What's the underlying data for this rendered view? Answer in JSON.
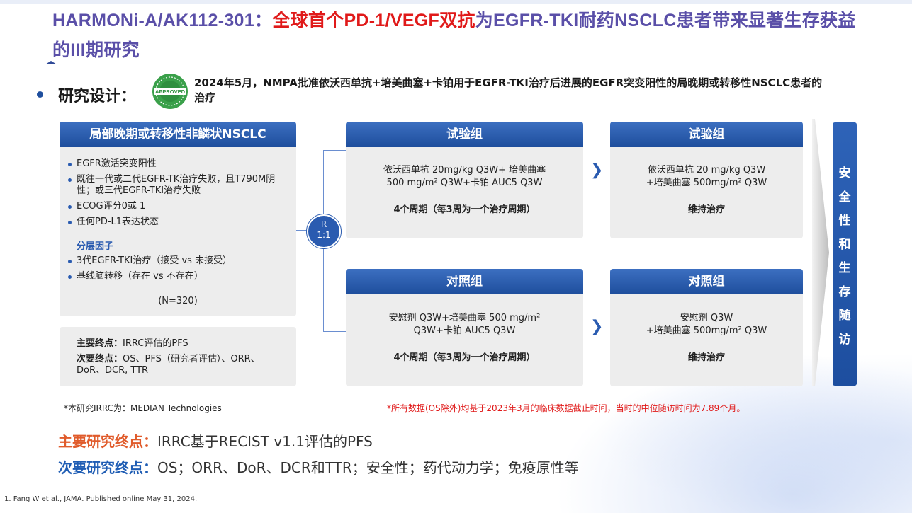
{
  "title": {
    "part1": "HARMONi-A/AK112-301：",
    "part2": "全球首个PD-1/VEGF双抗",
    "part3": "为EGFR-TKI耐药NSCLC患者带来显著生存获益的III期研究"
  },
  "design": {
    "label": "研究设计：",
    "seal_text": "APPROVED",
    "approval_text": "2024年5月，NMPA批准依沃西单抗+培美曲塞+卡铂用于EGFR-TKI治疗后进展的EGFR突变阳性的局晚期或转移性NSCLC患者的治疗"
  },
  "population": {
    "header": "局部晚期或转移性非鳞状NSCLC",
    "criteria": [
      "EGFR激活突变阳性",
      "既往一代或二代EGFR-TK治疗失败，且T790M阴性；或三代EGFR-TKI治疗失败",
      "ECOG评分0或 1",
      "任何PD-L1表达状态"
    ],
    "strat_title": "分层因子",
    "strat_items": [
      "3代EGFR-TKI治疗（接受 vs 未接受）",
      "基线脑转移（存在 vs 不存在）"
    ],
    "n": "(N=320)"
  },
  "endpoints_box": {
    "primary_label": "主要终点：",
    "primary_value": "IRRC评估的PFS",
    "secondary_label": "次要终点：",
    "secondary_value": "OS、PFS（研究者评估）、ORR、 DoR、DCR, TTR"
  },
  "randomization": {
    "line1": "R",
    "line2": "1:1"
  },
  "arms": {
    "exp_induction": {
      "header": "试验组",
      "line1": "依沃西单抗 20mg/kg Q3W+ 培美曲塞",
      "line2": "500 mg/m² Q3W+卡铂 AUC5 Q3W",
      "cycle": "4个周期（每3周为一个治疗周期）"
    },
    "exp_maint": {
      "header": "试验组",
      "line1": "依沃西单抗 20 mg/kg Q3W",
      "line2": "+培美曲塞 500mg/m² Q3W",
      "cycle": "维持治疗"
    },
    "ctrl_induction": {
      "header": "对照组",
      "line1": "安慰剂 Q3W+培美曲塞 500 mg/m²",
      "line2": "Q3W+卡铂 AUC5 Q3W",
      "cycle": "4个周期（每3周为一个治疗周期）"
    },
    "ctrl_maint": {
      "header": "对照组",
      "line1": "安慰剂 Q3W",
      "line2": "+培美曲塞 500mg/m² Q3W",
      "cycle": "维持治疗"
    }
  },
  "safety_followup": [
    "安",
    "全",
    "性",
    "和",
    "生",
    "存",
    "随",
    "访"
  ],
  "footnotes": {
    "irrc": "*本研究IRRC为：MEDIAN Technologies",
    "data_cutoff": "*所有数据(OS除外)均基于2023年3月的临床数据截止时间，当时的中位随访时间为7.89个月。"
  },
  "study_endpoints": {
    "primary_label": "主要研究终点：",
    "primary_value": "IRRC基于RECIST v1.1评估的PFS",
    "secondary_label": "次要研究终点：",
    "secondary_value": "OS；ORR、DoR、DCR和TTR；安全性；药代动力学；免疫原性等"
  },
  "citation": "1. Fang W et al., JAMA. Published online May 31, 2024.",
  "colors": {
    "title_purple": "#5a4fa8",
    "title_red": "#e01919",
    "header_blue": "#2a5bb0",
    "primary_orange": "#e05b2b",
    "secondary_blue": "#1f5db4"
  }
}
